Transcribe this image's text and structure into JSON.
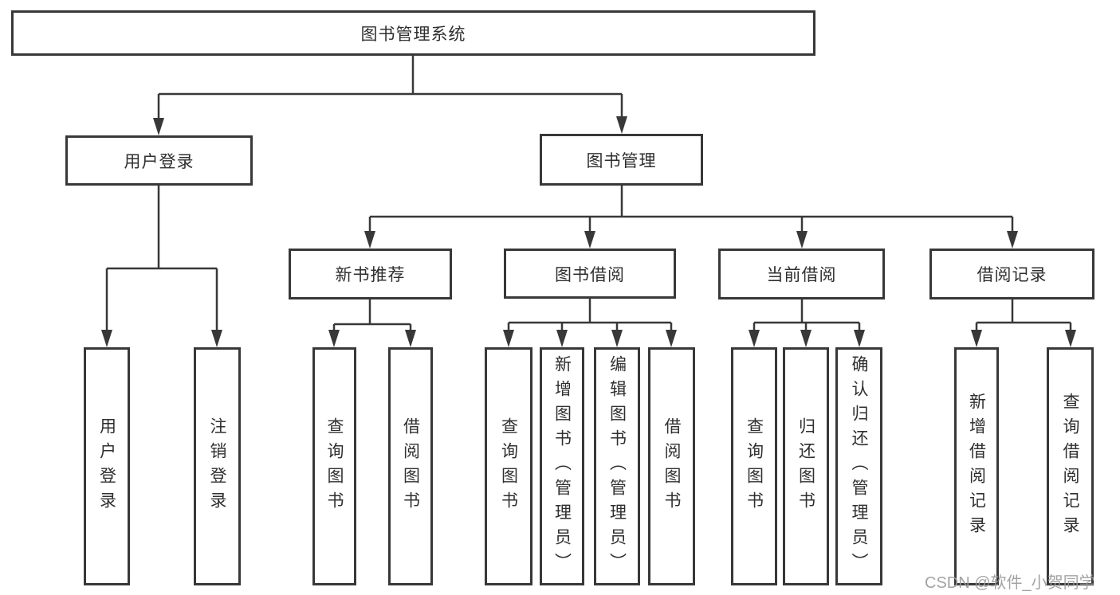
{
  "tree": {
    "root": {
      "label": "图书管理系统",
      "children": [
        {
          "label": "用户登录",
          "children": [
            {
              "label": "用户登录"
            },
            {
              "label": "注销登录"
            }
          ]
        },
        {
          "label": "图书管理",
          "children": [
            {
              "label": "新书推荐",
              "children": [
                {
                  "label": "查询图书"
                },
                {
                  "label": "借阅图书"
                }
              ]
            },
            {
              "label": "图书借阅",
              "children": [
                {
                  "label": "查询图书"
                },
                {
                  "label": "新增图书（管理员）"
                },
                {
                  "label": "编辑图书（管理员）"
                },
                {
                  "label": "借阅图书"
                }
              ]
            },
            {
              "label": "当前借阅",
              "children": [
                {
                  "label": "查询图书"
                },
                {
                  "label": "归还图书"
                },
                {
                  "label": "确认归还（管理员）"
                }
              ]
            },
            {
              "label": "借阅记录",
              "children": [
                {
                  "label": "新增借阅记录"
                },
                {
                  "label": "查询借阅记录"
                }
              ]
            }
          ]
        }
      ]
    }
  },
  "watermark": "CSDN @软件_小贺同学",
  "colors": {
    "line": "#383838",
    "box_border": "#383838",
    "text": "#2f2f2f",
    "watermark": "#9c9c9c",
    "background": "#ffffff"
  }
}
